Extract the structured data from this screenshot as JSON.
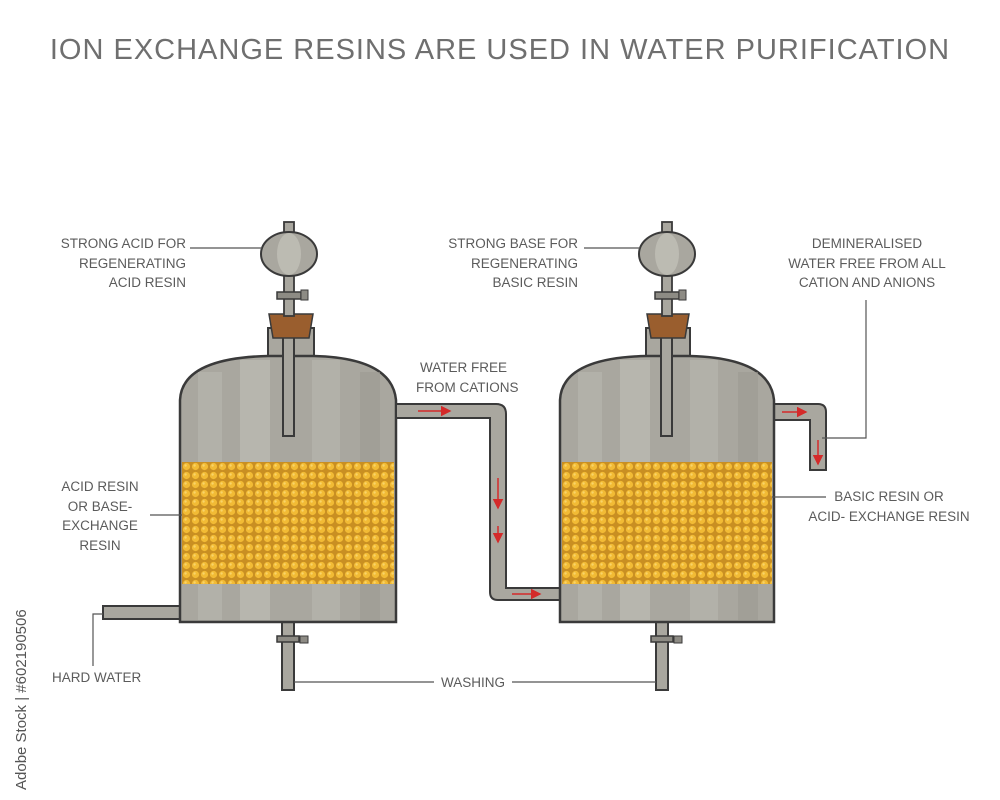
{
  "title": "ION EXCHANGE RESINS ARE USED IN WATER PURIFICATION",
  "labels": {
    "strong_acid": [
      "STRONG ACID FOR",
      "REGENERATING",
      "ACID RESIN"
    ],
    "strong_base": [
      "STRONG BASE FOR",
      "REGENERATING",
      "BASIC RESIN"
    ],
    "demineralised": [
      "DEMINERALISED",
      "WATER FREE FROM ALL",
      "CATION AND ANIONS"
    ],
    "water_free_cations": [
      "WATER FREE",
      "FROM CATIONS"
    ],
    "acid_resin": [
      "ACID RESIN",
      "OR BASE-",
      "EXCHANGE",
      "RESIN"
    ],
    "basic_resin": [
      "BASIC RESIN OR",
      "ACID- EXCHANGE RESIN"
    ],
    "hard_water": "HARD WATER",
    "washing": "WASHING"
  },
  "watermark": "Adobe Stock | #602190506",
  "colors": {
    "tank": "#a9a79f",
    "tank_light": "#c5c3bb",
    "tank_dark": "#8d8b84",
    "outline": "#3a3a3a",
    "resin": "#d9a43a",
    "bead": "#f0b834",
    "cork": "#9a5e2e",
    "arrow": "#d42a2a",
    "leader": "#555555",
    "title_text": "#6f6f6f"
  }
}
